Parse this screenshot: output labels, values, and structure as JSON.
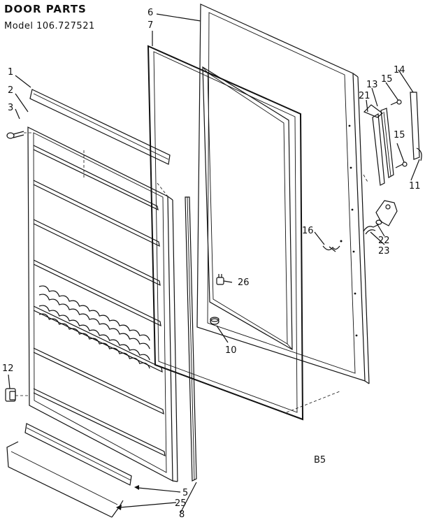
{
  "header": {
    "title": "DOOR PARTS",
    "model": "Model 106.727521"
  },
  "callouts": {
    "c1": "1",
    "c2": "2",
    "c3": "3",
    "c5": "5",
    "c6": "6",
    "c7": "7",
    "c8": "8",
    "c10": "10",
    "c11": "11",
    "c12": "12",
    "c13": "13",
    "c14": "14",
    "c15a": "15",
    "c15b": "15",
    "c16": "16",
    "c21": "21",
    "c22": "22",
    "c23": "23",
    "c25": "25",
    "c26": "26"
  },
  "page_code": "B5"
}
